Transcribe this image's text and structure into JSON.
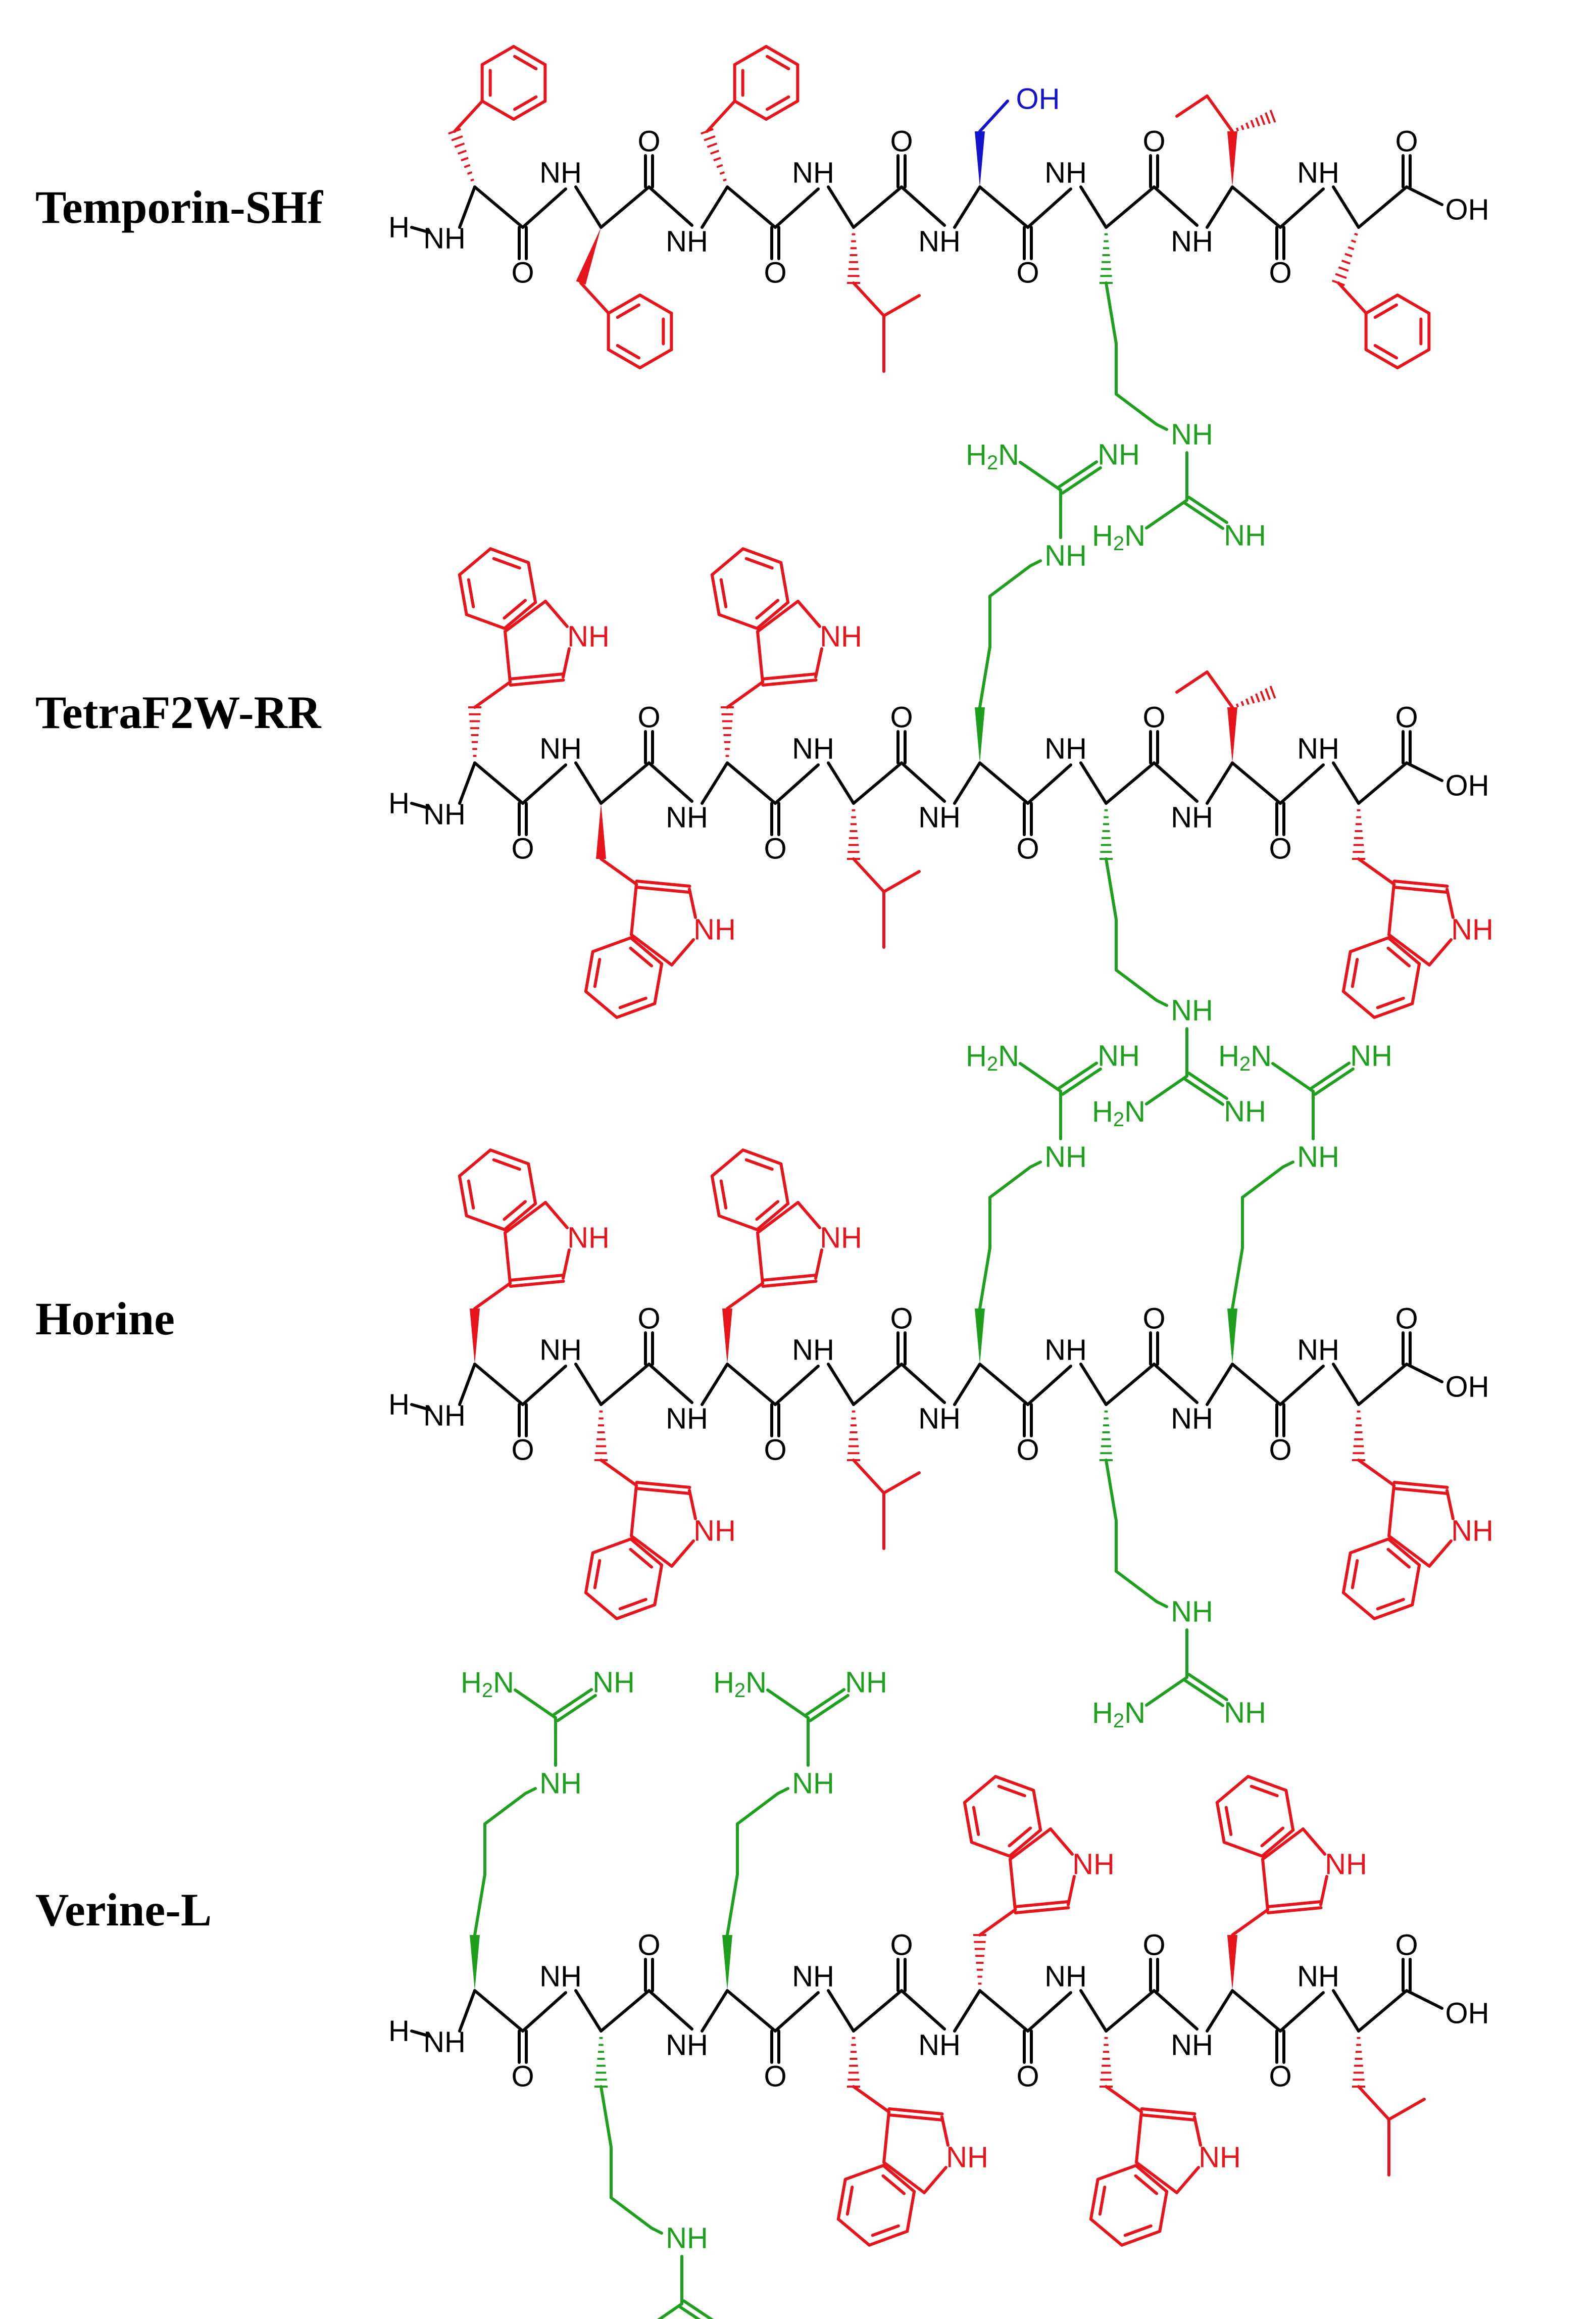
{
  "colors": {
    "backbone": "#000000",
    "hydrophobic": "#e8141c",
    "cationic": "#1ea01e",
    "polar": "#1414cc",
    "background": "#ffffff"
  },
  "peptides": [
    {
      "name": "Temporin-SHf",
      "residues": [
        {
          "side": "phe",
          "pos": "up",
          "stereo": "dash"
        },
        {
          "side": "phe",
          "pos": "down",
          "stereo": "wedge"
        },
        {
          "side": "phe",
          "pos": "up",
          "stereo": "dash"
        },
        {
          "side": "leu",
          "pos": "down",
          "stereo": "dash"
        },
        {
          "side": "ser",
          "pos": "up",
          "stereo": "wedge"
        },
        {
          "side": "arg",
          "pos": "down",
          "stereo": "dash"
        },
        {
          "side": "ile",
          "pos": "up",
          "stereo": "wedge"
        },
        {
          "side": "phe",
          "pos": "down",
          "stereo": "dash"
        }
      ]
    },
    {
      "name": "TetraF2W-RR",
      "residues": [
        {
          "side": "trp",
          "pos": "up",
          "stereo": "dash"
        },
        {
          "side": "trp",
          "pos": "down",
          "stereo": "wedge"
        },
        {
          "side": "trp",
          "pos": "up",
          "stereo": "dash"
        },
        {
          "side": "leu",
          "pos": "down",
          "stereo": "dash"
        },
        {
          "side": "arg",
          "pos": "up",
          "stereo": "wedge"
        },
        {
          "side": "arg",
          "pos": "down",
          "stereo": "dash"
        },
        {
          "side": "ile",
          "pos": "up",
          "stereo": "wedge"
        },
        {
          "side": "trp",
          "pos": "down",
          "stereo": "dash"
        }
      ]
    },
    {
      "name": "Horine",
      "residues": [
        {
          "side": "trp",
          "pos": "up",
          "stereo": "wedge"
        },
        {
          "side": "trp",
          "pos": "down",
          "stereo": "dash"
        },
        {
          "side": "trp",
          "pos": "up",
          "stereo": "wedge"
        },
        {
          "side": "leu",
          "pos": "down",
          "stereo": "dash"
        },
        {
          "side": "arg",
          "pos": "up",
          "stereo": "wedge"
        },
        {
          "side": "arg",
          "pos": "down",
          "stereo": "dash"
        },
        {
          "side": "arg",
          "pos": "up",
          "stereo": "wedge"
        },
        {
          "side": "trp",
          "pos": "down",
          "stereo": "dash"
        }
      ]
    },
    {
      "name": "Verine-L",
      "residues": [
        {
          "side": "arg",
          "pos": "up",
          "stereo": "wedge"
        },
        {
          "side": "arg",
          "pos": "down",
          "stereo": "dash"
        },
        {
          "side": "arg",
          "pos": "up",
          "stereo": "wedge"
        },
        {
          "side": "trp",
          "pos": "down",
          "stereo": "dash"
        },
        {
          "side": "trp",
          "pos": "up",
          "stereo": "dash"
        },
        {
          "side": "trp",
          "pos": "down",
          "stereo": "dash"
        },
        {
          "side": "trp",
          "pos": "up",
          "stereo": "wedge"
        },
        {
          "side": "leu",
          "pos": "down",
          "stereo": "dash"
        }
      ]
    }
  ],
  "atom_labels": {
    "nh": "NH",
    "nh_left": "H",
    "nh_h": "N",
    "o": "O",
    "oh": "OH",
    "h2n_h": "H",
    "h2n_sub": "2",
    "h2n_n": "N",
    "ring_nh": "NH"
  }
}
